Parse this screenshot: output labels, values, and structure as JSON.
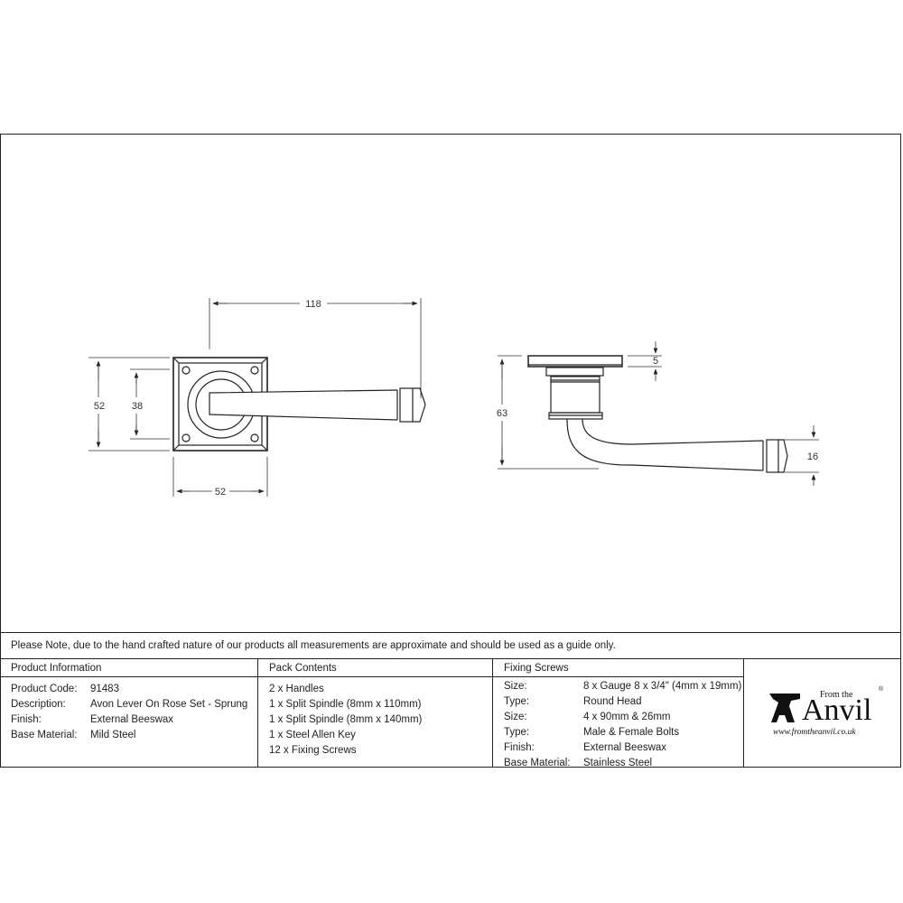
{
  "drawing": {
    "front_view": {
      "overall_length": "118",
      "rose_height": "52",
      "rose_inner_height": "38",
      "rose_width": "52"
    },
    "side_view": {
      "overall_height": "63",
      "rose_thickness": "5",
      "tip_diameter": "16"
    }
  },
  "note": "Please Note, due to the hand crafted nature of our products all measurements are approximate and should be used as a guide only.",
  "product_information": {
    "header": "Product Information",
    "rows": [
      {
        "label": "Product Code:",
        "value": "91483"
      },
      {
        "label": "Description:",
        "value": "Avon Lever On Rose Set - Sprung"
      },
      {
        "label": "Finish:",
        "value": "External Beeswax"
      },
      {
        "label": "Base Material:",
        "value": "Mild Steel"
      }
    ]
  },
  "pack_contents": {
    "header": "Pack Contents",
    "items": [
      "2 x Handles",
      "1 x Split Spindle (8mm x 110mm)",
      "1 x Split Spindle (8mm x 140mm)",
      "1 x Steel Allen Key",
      "12 x Fixing Screws"
    ]
  },
  "fixing_screws": {
    "header": "Fixing Screws",
    "rows": [
      {
        "label": "Size:",
        "value": "8 x Gauge 8 x 3/4\" (4mm x 19mm)"
      },
      {
        "label": "Type:",
        "value": "Round Head"
      },
      {
        "label": "Size:",
        "value": "4 x 90mm & 26mm"
      },
      {
        "label": "Type:",
        "value": "Male & Female Bolts"
      },
      {
        "label": "Finish:",
        "value": "External Beeswax"
      },
      {
        "label": "Base Material:",
        "value": "Stainless Steel"
      }
    ]
  },
  "logo": {
    "from_the": "From the",
    "brand": "Anvil",
    "registered": "®",
    "url": "www.fromtheanvil.co.uk"
  }
}
